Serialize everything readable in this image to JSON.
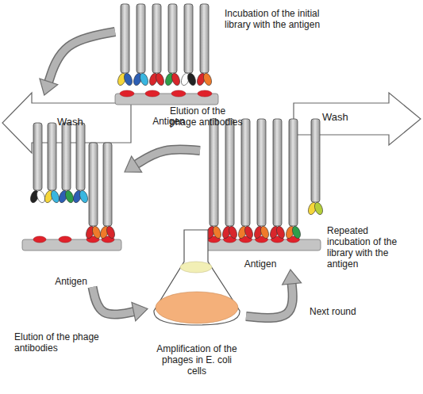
{
  "diagram": {
    "nodes": [
      {
        "text": [
          "Antigen"
        ]
      },
      {
        "text": [
          "Antigen"
        ]
      },
      {
        "text": [
          "Antigen"
        ]
      },
      {
        "text": [
          "Amplification of the phages in E. coli cells"
        ]
      }
    ],
    "edges": [
      {
        "from": 0,
        "to": 1,
        "arrow": "to"
      },
      {
        "from": 2,
        "to": 1,
        "label": "Elution of the phage antibodies",
        "arrow": "to"
      },
      {
        "from": 1,
        "to": 3,
        "label": "Elution of the phage antibodies",
        "arrow": "to"
      },
      {
        "from": 3,
        "to": 2,
        "label": "Next round",
        "arrow": "to"
      }
    ],
    "labels": [
      "Incubation of the initial library with the antigen",
      "Wash",
      "Wash",
      "Repeated incubation of the library with the antigen"
    ]
  }
}
